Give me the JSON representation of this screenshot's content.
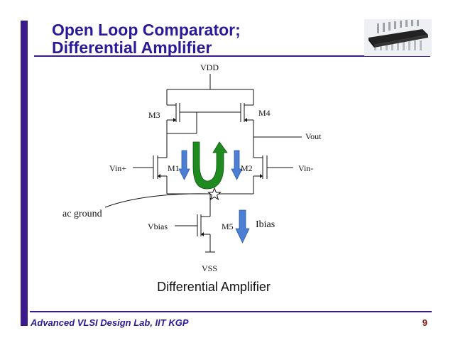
{
  "slide": {
    "title_line1": "Open Loop Comparator;",
    "title_line2": "Differential Amplifier",
    "caption": "Differential Amplifier",
    "footer_left": "Advanced VLSI Design Lab, IIT KGP",
    "page_number": "9"
  },
  "circuit": {
    "vdd": "VDD",
    "vss": "VSS",
    "m1": "M1",
    "m2": "M2",
    "m3": "M3",
    "m4": "M4",
    "m5": "M5",
    "vin_plus": "Vin+",
    "vin_minus": "Vin-",
    "vout": "Vout",
    "vbias": "Vbias",
    "ibias": "Ibias",
    "ac_ground": "ac ground"
  },
  "colors": {
    "accent": "#3b1a8c",
    "title": "#2a1a9a",
    "page_number": "#8b1a1a",
    "current_arrow": "#4a7fd4",
    "loop_arrow": "#1f8a1f"
  }
}
